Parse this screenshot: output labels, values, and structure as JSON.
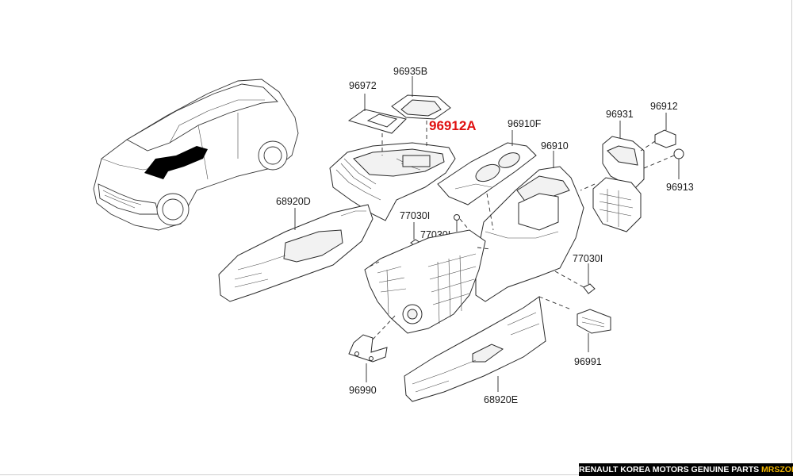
{
  "highlight": {
    "part": "96912A",
    "color": "#e01010"
  },
  "parts": [
    {
      "id": "p-96972",
      "number": "96972"
    },
    {
      "id": "p-96935B",
      "number": "96935B"
    },
    {
      "id": "p-96910F",
      "number": "96910F"
    },
    {
      "id": "p-96910",
      "number": "96910"
    },
    {
      "id": "p-96931",
      "number": "96931"
    },
    {
      "id": "p-96912",
      "number": "96912"
    },
    {
      "id": "p-96913",
      "number": "96913"
    },
    {
      "id": "p-68920D",
      "number": "68920D"
    },
    {
      "id": "p-77030I-a",
      "number": "77030I"
    },
    {
      "id": "p-77030I-b",
      "number": "77030I"
    },
    {
      "id": "p-77030I-c",
      "number": "77030I"
    },
    {
      "id": "p-96990",
      "number": "96990"
    },
    {
      "id": "p-96991",
      "number": "96991"
    },
    {
      "id": "p-68920E",
      "number": "68920E"
    }
  ],
  "footer": {
    "text": "RENAULT KOREA MOTORS GENUINE PARTS",
    "brand": "MRSZONE"
  }
}
